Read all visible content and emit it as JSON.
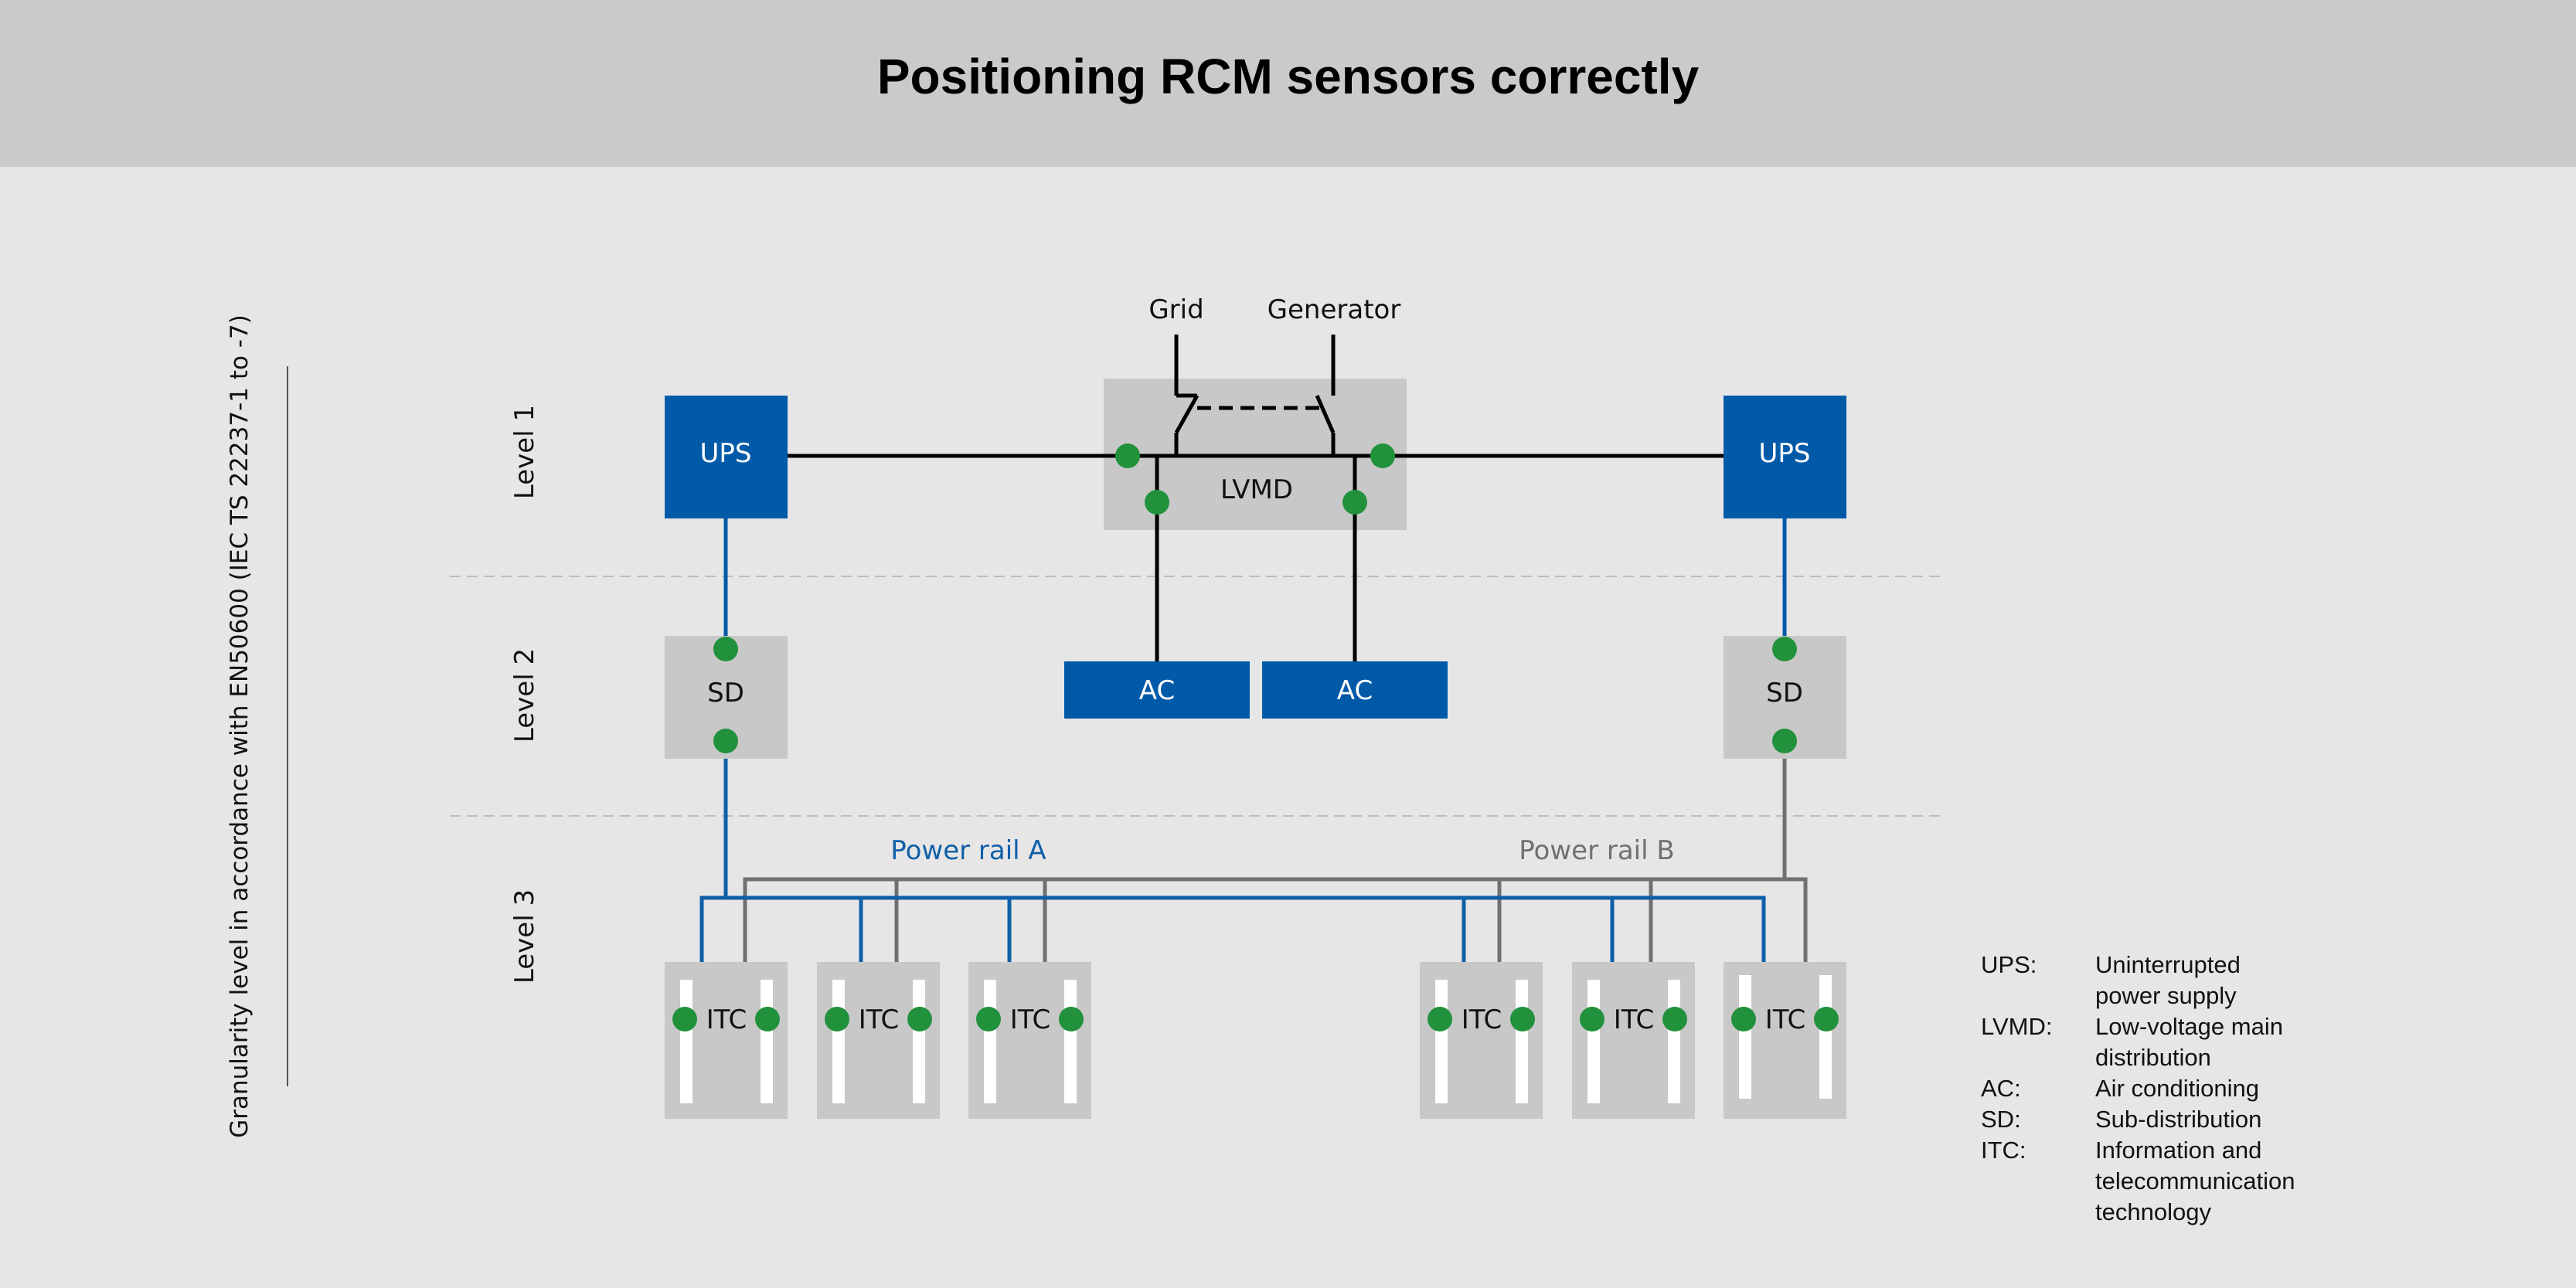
{
  "title": "Positioning RCM sensors correctly",
  "axis_label": "Granularity level in accordance with EN50600 (IEC TS 22237-1 to -7)",
  "levels": [
    "Level 1",
    "Level 2",
    "Level 3"
  ],
  "sources": {
    "grid": "Grid",
    "generator": "Generator"
  },
  "nodes": {
    "ups_left": "UPS",
    "ups_right": "UPS",
    "lvmd": "LVMD",
    "sd_left": "SD",
    "sd_right": "SD",
    "ac_left": "AC",
    "ac_right": "AC",
    "itc": [
      "ITC",
      "ITC",
      "ITC",
      "ITC",
      "ITC",
      "ITC"
    ]
  },
  "rails": {
    "a": "Power rail A",
    "b": "Power rail B"
  },
  "legend": [
    {
      "abbr": "UPS:",
      "lines": [
        "Uninterrupted",
        "power supply"
      ]
    },
    {
      "abbr": "LVMD:",
      "lines": [
        "Low-voltage main",
        "distribution"
      ]
    },
    {
      "abbr": "AC:",
      "lines": [
        "Air conditioning"
      ]
    },
    {
      "abbr": "SD:",
      "lines": [
        "Sub-distribution"
      ]
    },
    {
      "abbr": "ITC:",
      "lines": [
        "Information and",
        "telecommunication",
        "technology"
      ]
    }
  ],
  "colors": {
    "blue": "#005aa8",
    "rail_blue": "#0f5fa8",
    "gray": "#707070",
    "sensor": "#21913c",
    "box": "#c8c8c8"
  }
}
